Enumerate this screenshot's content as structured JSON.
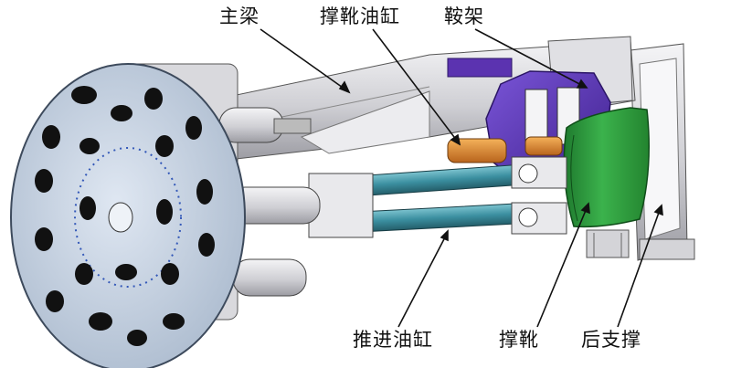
{
  "labels": {
    "main_beam": "主梁",
    "gripper_cylinder": "撑靴油缸",
    "saddle": "鞍架",
    "thrust_cylinder": "推进油缸",
    "gripper": "撑靴",
    "rear_support": "后支撑"
  },
  "colors": {
    "cutterhead": "#c9d6e6",
    "saddle": "#5b33b0",
    "gripper": "#2f9a3e",
    "thrust_cylinder": "#3b8fa0",
    "gripper_cylinder": "#d98a2b",
    "frame": "#e8e8ea"
  }
}
